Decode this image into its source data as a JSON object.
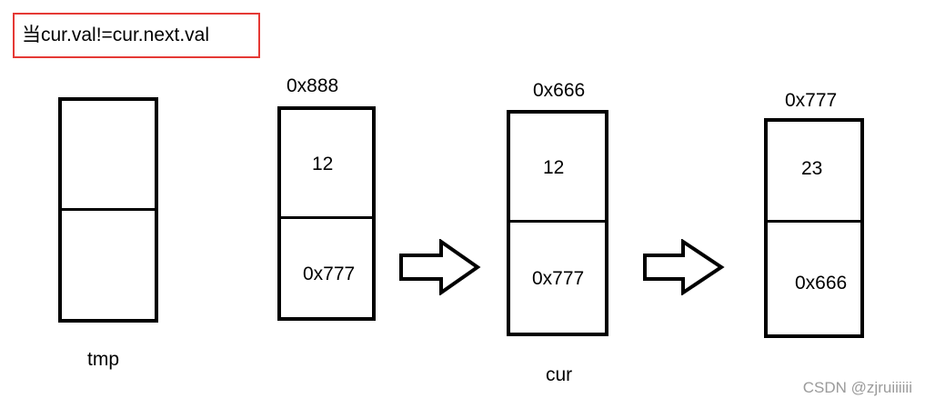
{
  "condition": "当cur.val!=cur.next.val",
  "nodes": {
    "tmp": {
      "label": "tmp",
      "top": "",
      "bottom": ""
    },
    "n888": {
      "address": "0x888",
      "val": "12",
      "next": "0x777"
    },
    "cur": {
      "label": "cur",
      "address": "0x666",
      "val": "12",
      "next": "0x777"
    },
    "n777": {
      "address": "0x777",
      "val": "23",
      "next": "0x666"
    }
  },
  "colors": {
    "highlight_border": "#e53935",
    "stroke": "#000000",
    "watermark": "#9b9b9b"
  },
  "icons": {
    "arrow": "right-block-arrow-icon"
  },
  "watermark": "CSDN @zjruiiiiii"
}
